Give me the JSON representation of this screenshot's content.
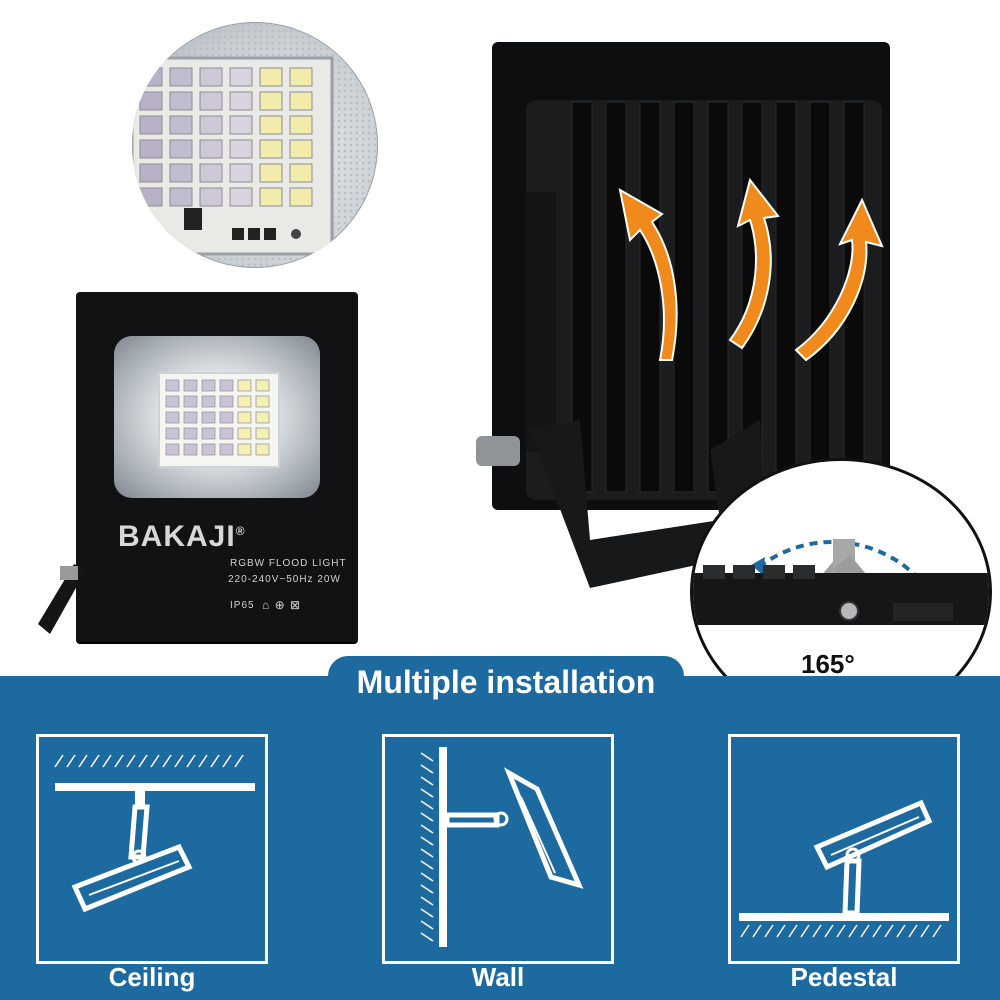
{
  "product": {
    "brand": "BAKAJI",
    "brand_mark": "®",
    "model_line1": "RGBW FLOOD LIGHT",
    "model_line2": "220-240V~50Hz 20W",
    "rating": "IP65"
  },
  "angle": {
    "label": "165°"
  },
  "section": {
    "title": "Multiple installation"
  },
  "installation": [
    {
      "label": "Ceiling",
      "icon": "ceiling-mount-icon"
    },
    {
      "label": "Wall",
      "icon": "wall-mount-icon"
    },
    {
      "label": "Pedestal",
      "icon": "pedestal-mount-icon"
    }
  ],
  "colors": {
    "band": "#1d6aa0",
    "arrow": "#f08a1c",
    "lamp": "#111214"
  }
}
